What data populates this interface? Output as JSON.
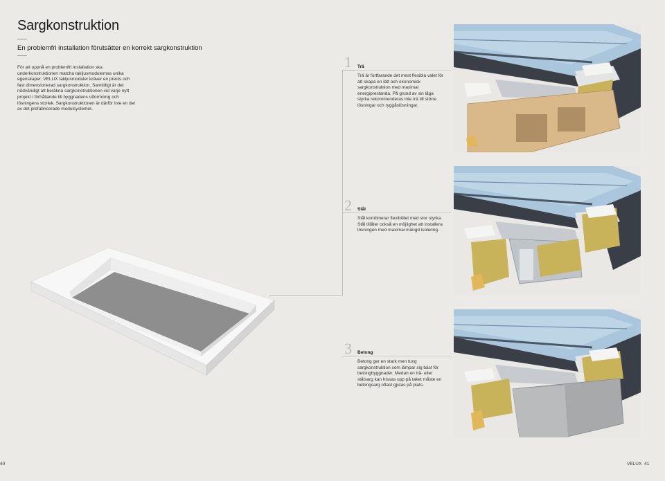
{
  "page": {
    "title": "Sargkonstruktion",
    "subtitle": "En problemfri installation förutsätter en korrekt sargkonstruktion",
    "intro": "För att uppnå en problemfri installation ska underkonstruktionen matcha takljusmodulernas unika egenskaper. VELUX takljusmoduler kräver en precis och fast dimensionerad sargkonstruktion. Samtidigt är det nödvändigt att beräkna sargkonstruktionen vid varje nytt projekt i förhållande till byggnadens utformning och lösningens storlek. Sargkonstruktionen är därför inte en del av det prefabricerade modulsystemet.",
    "page_left": "40",
    "page_right": "41",
    "brand": "VELUX"
  },
  "sections": [
    {
      "number": "1",
      "heading": "Trä",
      "body": "Trä är fortfarande det mest flexibla valet för att skapa en lätt och ekonomisk sargkonstruktion med maximal energiprestanda. På grund av sin låga styrka rekommenderas inte trä till större lösningar och ryggåslösningar."
    },
    {
      "number": "2",
      "heading": "Stål",
      "body": "Stål kombinerar flexibilitet med stor styrka. Stål tillåter också en möjlighet att installera lösningen med maximal mängd isolering."
    },
    {
      "number": "3",
      "heading": "Betong",
      "body": "Betong ger en stark men tung sargkonstruktion som lämpar sig bäst för betongbyggnader. Medan en trä- eller stålsarg kan hissas upp på taket måste en betongsarg oftast gjutas på plats."
    }
  ],
  "colors": {
    "background": "#ebeae7",
    "glass": "#a9c6dc",
    "frame_dark": "#3a3f47",
    "insulation": "#c9b35a",
    "wood": "#d9b98a",
    "steel": "#bfc4c9",
    "concrete": "#a7a9ab"
  }
}
